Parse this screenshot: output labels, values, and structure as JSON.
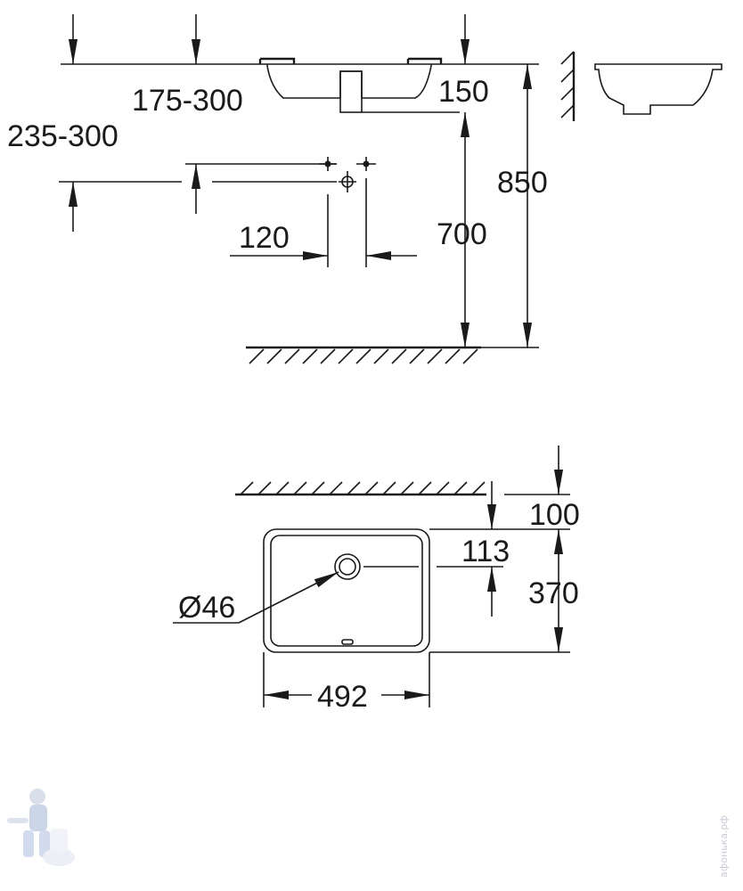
{
  "side_view": {
    "labels": {
      "tap_distance": "175-300",
      "drain_height": "235-300",
      "basin_depth": "150",
      "counter_height": "850",
      "spacing": "120",
      "floor_to_basin": "700"
    }
  },
  "top_view": {
    "labels": {
      "wall_offset": "100",
      "drain_offset": "113",
      "depth": "370",
      "width": "492",
      "drain_diameter": "Ø46"
    }
  },
  "watermark": {
    "text": "афонька.рф",
    "mascot_icon": "plumber-mascot-icon"
  },
  "colors": {
    "line": "#1a1a1a",
    "watermark": "#c9ccd4"
  }
}
